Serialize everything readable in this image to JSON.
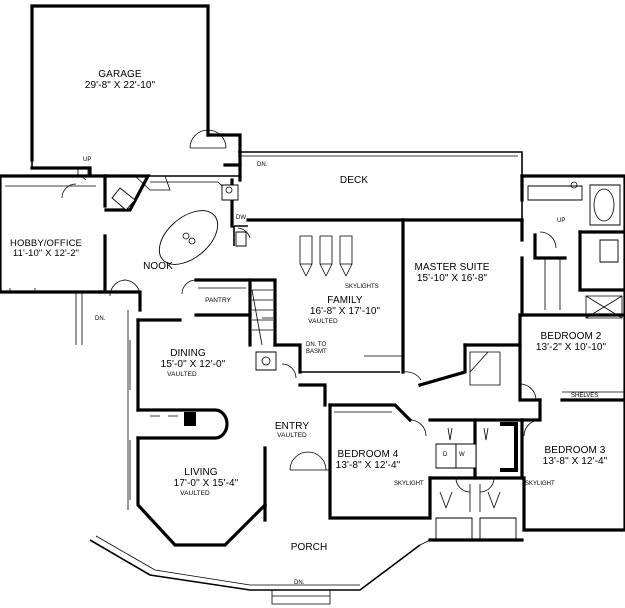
{
  "rooms": {
    "garage": {
      "name": "GARAGE",
      "dims": "29'-8\" X 22'-10\""
    },
    "deck": {
      "name": "DECK"
    },
    "hobby": {
      "name": "HOBBY/OFFICE",
      "dims": "11'-10\" X 12'-2\""
    },
    "nook": {
      "name": "NOOK"
    },
    "pantry": {
      "name": "PANTRY"
    },
    "family": {
      "name": "FAMILY",
      "dims": "16'-8\" X 17'-10\"",
      "note": "VAULTED"
    },
    "master": {
      "name": "MASTER SUITE",
      "dims": "15'-10\" X 16'-8\""
    },
    "bedroom2": {
      "name": "BEDROOM 2",
      "dims": "13'-2\" X 10'-10\""
    },
    "dining": {
      "name": "DINING",
      "dims": "15'-0\" X 12'-0\"",
      "note": "VAULTED"
    },
    "entry": {
      "name": "ENTRY",
      "note": "VAULTED"
    },
    "bedroom4": {
      "name": "BEDROOM 4",
      "dims": "13'-8\" X 12'-4\""
    },
    "bedroom3": {
      "name": "BEDROOM 3",
      "dims": "13'-8\" X 12'-4\""
    },
    "living": {
      "name": "LIVING",
      "dims": "17'-0\" X 15'-4\"",
      "note": "VAULTED"
    },
    "porch": {
      "name": "PORCH"
    }
  },
  "notes": {
    "up_garage": "UP",
    "dn_deck": "DN.",
    "up_master_bath": "UP",
    "dn_hobby": "DN.",
    "skylights": "SKYLIGHTS",
    "dn_basement": "DN. TO\nBASMT",
    "shelves": "SHELVES",
    "skylight_b4": "SKYLIGHT",
    "skylight_b3": "SKYLIGHT",
    "dn_porch": "DN.",
    "washer": "W",
    "dryer": "D",
    "dishwasher": "DW"
  }
}
